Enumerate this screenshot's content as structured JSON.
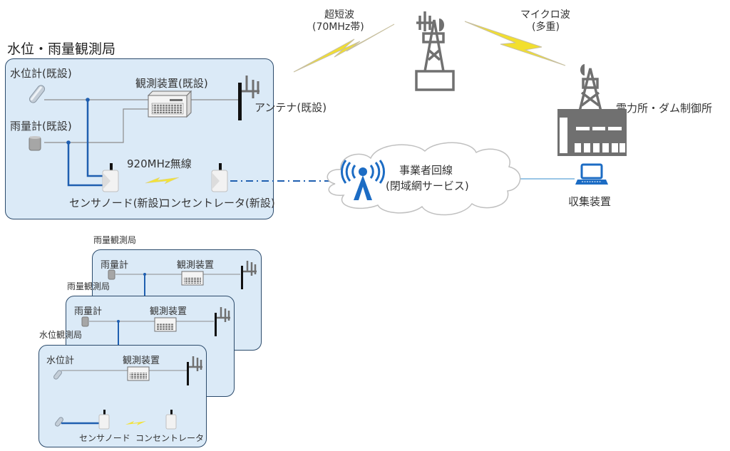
{
  "main_station": {
    "title": "水位・雨量観測局",
    "water_gauge_label": "水位計(既設)",
    "rain_gauge_label": "雨量計(既設)",
    "observation_device_label": "観測装置(既設)",
    "antenna_label": "アンテナ(既設)",
    "wireless_label": "920MHz無線",
    "sensor_node_label": "センサノード(新設)",
    "concentrator_label": "コンセントレータ(新設)"
  },
  "relay": {
    "vhf_label_line1": "超短波",
    "vhf_label_line2": "(70MHz帯)",
    "microwave_label_line1": "マイクロ波",
    "microwave_label_line2": "(多重)"
  },
  "control": {
    "label": "電力所・ダム制御所",
    "collector_label": "収集装置"
  },
  "network": {
    "line1": "事業者回線",
    "line2": "(閉域網サービス)"
  },
  "stacked_stations": [
    {
      "title": "雨量観測局",
      "gauge_label": "雨量計",
      "device_label": "観測装置"
    },
    {
      "title": "雨量観測局",
      "gauge_label": "雨量計",
      "device_label": "観測装置"
    },
    {
      "title": "水位観測局",
      "gauge_label": "水位計",
      "device_label": "観測装置",
      "sensor_node_label": "センサノード",
      "concentrator_label": "コンセントレータ"
    }
  ],
  "colors": {
    "station_fill": "#dbeaf7",
    "station_border": "#2b4a6b",
    "new_wiring": "#1f5fb0",
    "existing_wiring": "#8c8c8c",
    "icon_gray": "#707070",
    "bolt_yellow": "#f2e23a",
    "network_blue": "#1c6cc4"
  }
}
